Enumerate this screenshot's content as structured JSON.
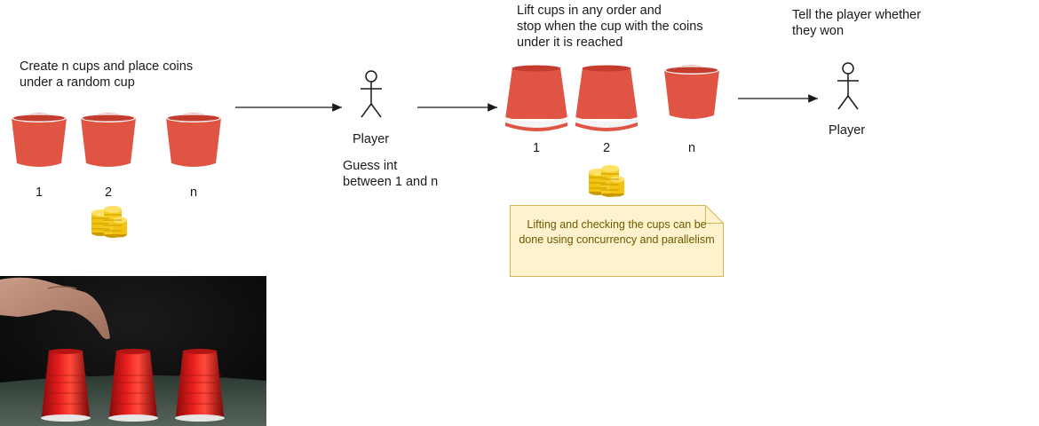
{
  "steps": {
    "create": "Create n cups and place coins\nunder a random cup",
    "guess": "Guess int\nbetween 1 and n",
    "lift": "Lift cups in any order and\nstop when the cup with the coins\nunder it is reached",
    "tell": "Tell the player whether\nthey won"
  },
  "actors": {
    "player1": "Player",
    "player2": "Player"
  },
  "cups_left": [
    "1",
    "2",
    "n"
  ],
  "cups_right": [
    "1",
    "2",
    "n"
  ],
  "note": "Lifting and checking the cups can be done using concurrency and parallelism",
  "colors": {
    "cup": "#e05444",
    "cup_rim": "#f2f2f2",
    "coin": "#f2c40f",
    "note_fill": "#fff2cc",
    "note_border": "#d6b656"
  }
}
